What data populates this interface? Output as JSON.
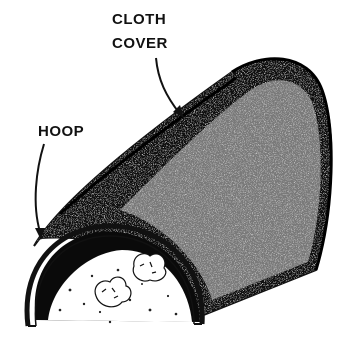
{
  "labels": {
    "cloth_cover_line1": "CLOTH",
    "cloth_cover_line2": "COVER",
    "hoop": "HOOP"
  },
  "colors": {
    "ink": "#111111",
    "background": "#ffffff",
    "texture": "#e8e8e8"
  }
}
